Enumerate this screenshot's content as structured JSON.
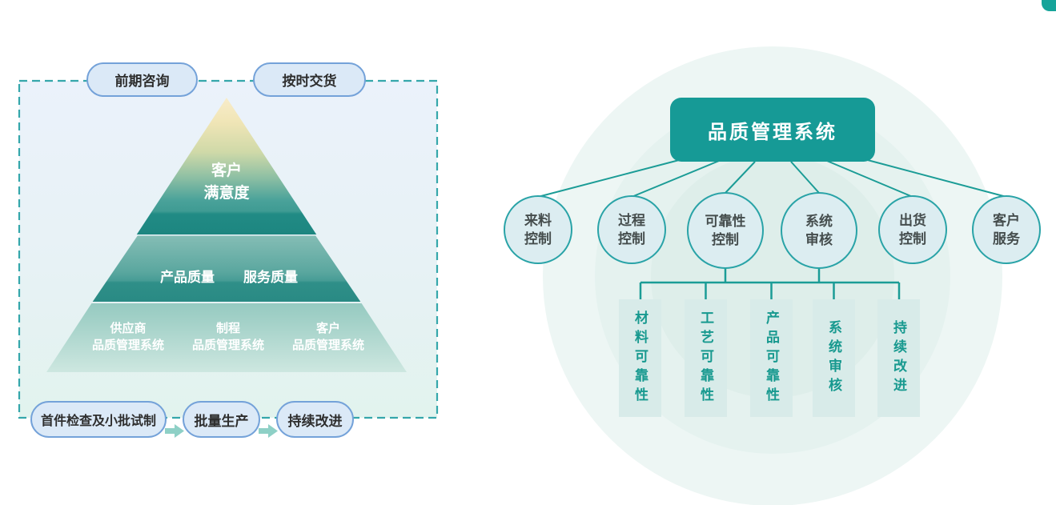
{
  "left": {
    "pills_top": [
      "前期咨询",
      "按时交货"
    ],
    "pyramid": {
      "tier1": "客户\n满意度",
      "tier2_left": "产品质量",
      "tier2_right": "服务质量",
      "tier3": [
        "供应商\n品质管理系统",
        "制程\n品质管理系统",
        "客户\n品质管理系统"
      ]
    },
    "pills_bottom": [
      "首件检查及小批试制",
      "批量生产",
      "持续改进"
    ]
  },
  "right": {
    "root": "品质管理系统",
    "nodes": [
      "来料\n控制",
      "过程\n控制",
      "可靠性\n控制",
      "系统\n审核",
      "出货\n控制",
      "客户\n服务"
    ],
    "bars": [
      "材料可靠性",
      "工艺可靠性",
      "产品可靠性",
      "系统审核",
      "持续改进"
    ]
  },
  "colors": {
    "teal_accent": "#169a96",
    "connector_line": "#1b9c96",
    "node_fill": "#dcedf1",
    "node_border": "#29a3a7",
    "pill_fill": "#dbe9f7",
    "pill_border": "#74a2d9",
    "dashed_border": "#35a7ab",
    "bar_fill": "#d8ebe9",
    "bar_text": "#17998f",
    "pyramid_top": "#f8ecca",
    "pyramid_dark_band": "#1d8680"
  }
}
